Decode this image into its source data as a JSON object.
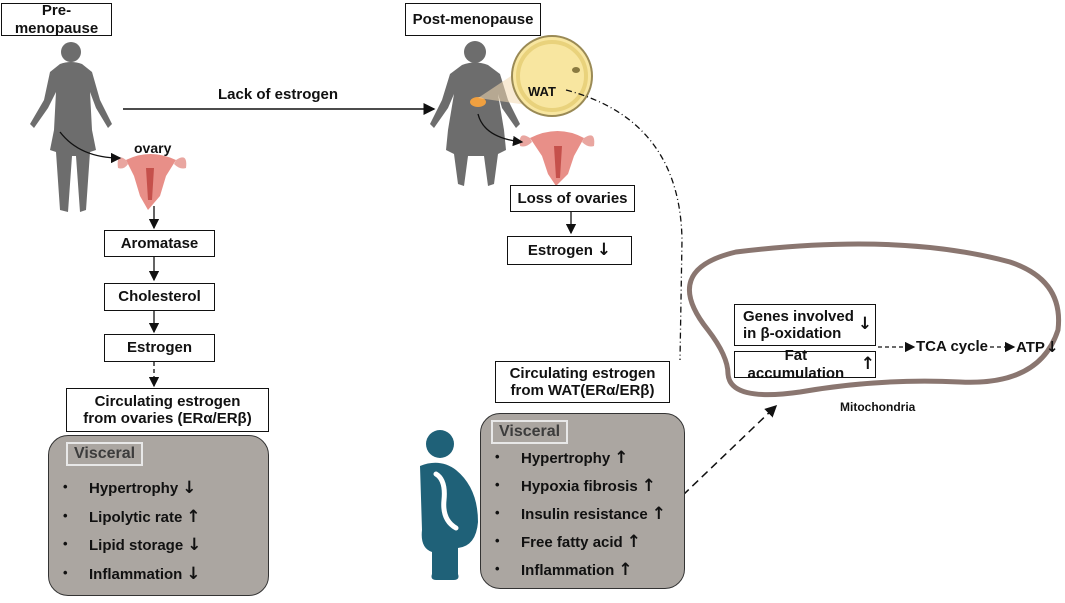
{
  "labels": {
    "pre_menopause": "Pre-menopause",
    "post_menopause": "Post-menopause",
    "lack_of_estrogen": "Lack of estrogen",
    "ovary": "ovary",
    "wat": "WAT",
    "mitochondria": "Mitochondria"
  },
  "pre_flow": {
    "aromatase": "Aromatase",
    "cholesterol": "Cholesterol",
    "estrogen": "Estrogen",
    "circulating_line1": "Circulating estrogen",
    "circulating_line2": "from ovaries (ERα/ERβ)"
  },
  "post_flow": {
    "loss_of_ovaries": "Loss of ovaries",
    "estrogen": "Estrogen",
    "circulating_line1": "Circulating estrogen",
    "circulating_line2": "from WAT(ERα/ERβ)"
  },
  "pre_visceral": {
    "title": "Visceral",
    "items": [
      {
        "label": "Hypertrophy",
        "trend": "↓"
      },
      {
        "label": "Lipolytic rate",
        "trend": "↑"
      },
      {
        "label": "Lipid storage",
        "trend": "↓"
      },
      {
        "label": "Inflammation",
        "trend": "↓"
      }
    ]
  },
  "post_visceral": {
    "title": "Visceral",
    "items": [
      {
        "label": "Hypertrophy",
        "trend": "↑"
      },
      {
        "label": "Hypoxia fibrosis",
        "trend": "↑"
      },
      {
        "label": "Insulin resistance",
        "trend": "↑"
      },
      {
        "label": "Free fatty acid",
        "trend": "↑"
      },
      {
        "label": "Inflammation",
        "trend": "↑"
      }
    ]
  },
  "mito": {
    "genes_line1": "Genes involved",
    "genes_line2": "in β-oxidation",
    "genes_trend": "↓",
    "fat_accumulation": "Fat accumulation",
    "fat_trend": "↑",
    "tca_cycle": "TCA cycle",
    "atp": "ATP",
    "atp_trend": "↓"
  },
  "bullet_char": "•",
  "colors": {
    "panel": "#aba6a1",
    "silhouette": "#6d6d6d",
    "pregnant_figure": "#1f6178",
    "uterus": "#e88f88",
    "wat_cell": "#f8e6a0",
    "mito_outline": "#8a7670"
  }
}
